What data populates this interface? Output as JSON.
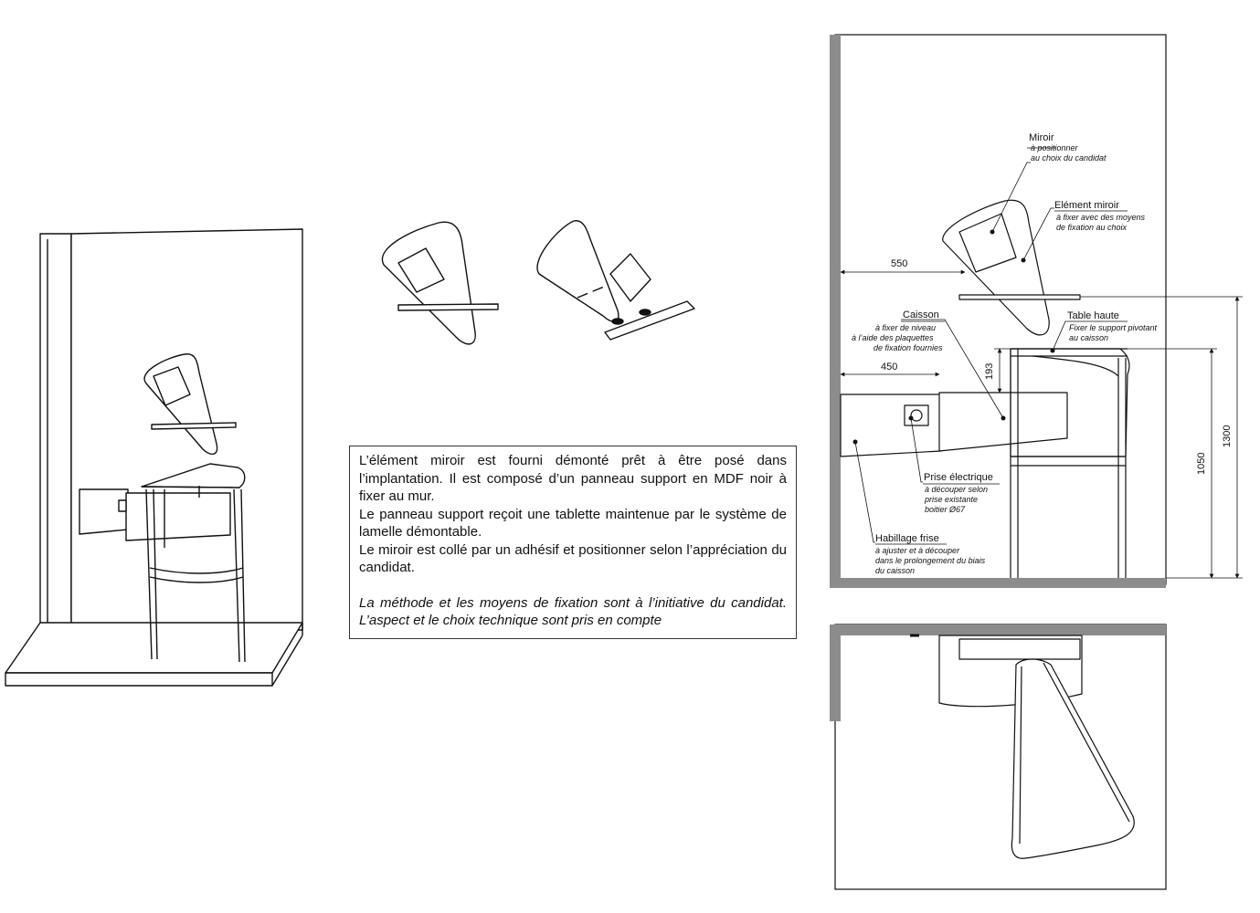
{
  "note": {
    "p1": "L’élément miroir est fourni démonté prêt à être posé dans l’implantation. Il est composé d’un panneau support en MDF noir à fixer au mur.",
    "p2": "Le panneau support reçoit une tablette maintenue par le système de lamelle démontable.",
    "p3": "Le miroir est collé par un adhésif et positionner selon l’appréciation du candidat.",
    "p4": "La méthode et les moyens de fixation sont à l’initiative du candidat. L’aspect et le choix technique sont pris en compte"
  },
  "labels": {
    "miroir": {
      "title": "Miroir",
      "l1": "à positionner",
      "l2": "au choix du candidat"
    },
    "element": {
      "title": "Elément miroir",
      "l1": "à fixer avec des moyens",
      "l2": "de fixation au choix"
    },
    "caisson": {
      "title": "Caisson",
      "l1": "à fixer de niveau",
      "l2": "à l’aide des plaquettes",
      "l3": "de fixation fournies"
    },
    "table": {
      "title": "Table haute",
      "l1": "Fixer le support pivotant",
      "l2": "au caisson"
    },
    "prise": {
      "title": "Prise électrique",
      "l1": "à découper selon",
      "l2": "prise existante",
      "l3": "boitier Ø67"
    },
    "habillage": {
      "title": "Habillage frise",
      "l1": "à ajuster et à découper",
      "l2": "dans le prolongement du biais",
      "l3": "du caisson"
    }
  },
  "dimensions": {
    "d550": "550",
    "d450": "450",
    "d193": "193",
    "d1050": "1050",
    "d1300": "1300"
  },
  "colors": {
    "wall": "#8c8c8c",
    "line": "#111111"
  }
}
